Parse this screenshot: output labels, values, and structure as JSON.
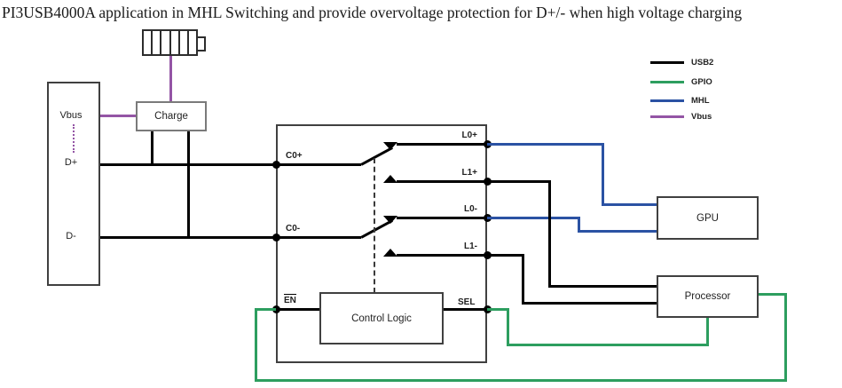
{
  "title": "PI3USB4000A application in MHL Switching and provide overvoltage protection for D+/- when high voltage charging",
  "legend": {
    "items": [
      {
        "label": "USB2",
        "color": "#000000"
      },
      {
        "label": "GPIO",
        "color": "#2d9e5f"
      },
      {
        "label": "MHL",
        "color": "#2b52a3"
      },
      {
        "label": "Vbus",
        "color": "#9455a5"
      }
    ]
  },
  "connector": {
    "vbus": "Vbus",
    "dplus": "D+",
    "dminus": "D-"
  },
  "charge_label": "Charge",
  "switch": {
    "c0p": "C0+",
    "c0m": "C0-",
    "l0p": "L0+",
    "l1p": "L1+",
    "l0m": "L0-",
    "l1m": "L1-",
    "en": "EN",
    "sel": "SEL",
    "control_logic": "Control Logic"
  },
  "gpu_label": "GPU",
  "processor_label": "Processor"
}
